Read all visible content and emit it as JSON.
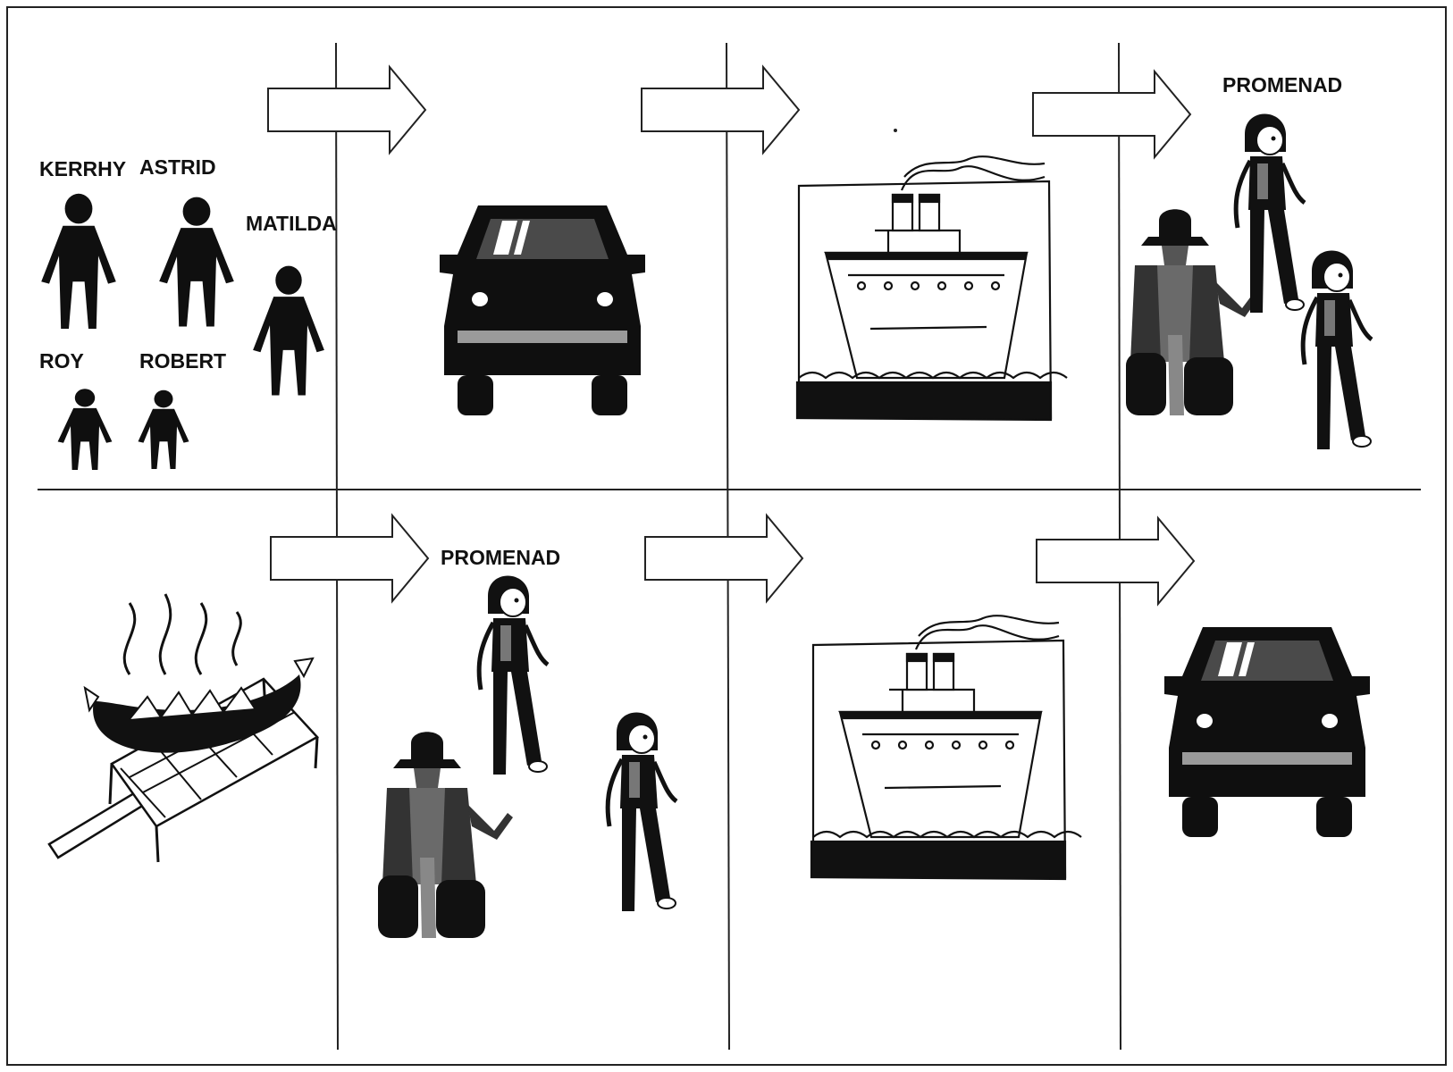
{
  "people": [
    {
      "id": "kerrhy",
      "name": "KERRHY"
    },
    {
      "id": "astrid",
      "name": "ASTRID"
    },
    {
      "id": "matilda",
      "name": "MATILDA"
    },
    {
      "id": "roy",
      "name": "ROY"
    },
    {
      "id": "robert",
      "name": "ROBERT"
    }
  ],
  "rows": [
    {
      "steps": [
        {
          "icon": "people-icon",
          "label": ""
        },
        {
          "icon": "car-icon",
          "label": ""
        },
        {
          "icon": "ship-icon",
          "label": ""
        },
        {
          "icon": "promenade-people-icon",
          "label": "PROMENAD"
        }
      ]
    },
    {
      "steps": [
        {
          "icon": "barbecue-sausage-icon",
          "label": ""
        },
        {
          "icon": "promenade-people-icon",
          "label": "PROMENAD"
        },
        {
          "icon": "ship-icon",
          "label": ""
        },
        {
          "icon": "car-icon",
          "label": ""
        }
      ]
    }
  ],
  "colors": {
    "ink": "#0f0f0f",
    "paper": "#ffffff",
    "border": "#222222"
  }
}
